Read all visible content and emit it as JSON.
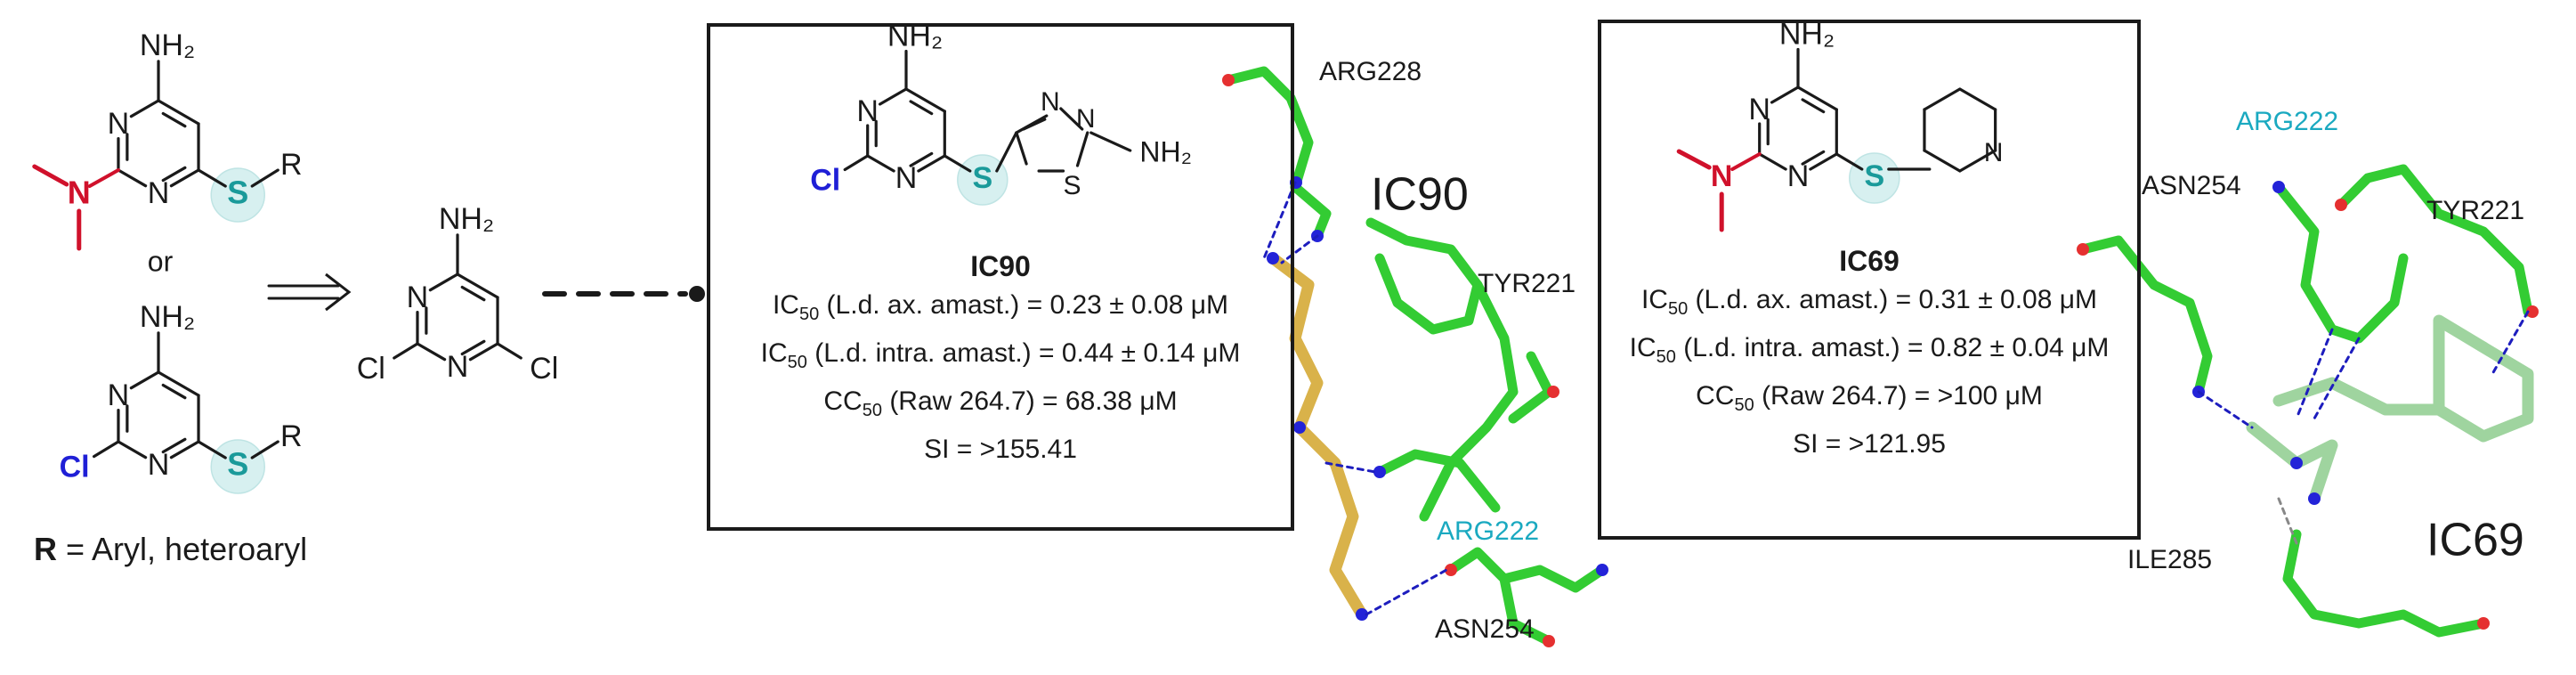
{
  "labels": {
    "nh2": "NH₂",
    "n": "N",
    "s": "S",
    "cl": "Cl",
    "r": "R",
    "or": "or"
  },
  "r_definition": {
    "symbol": "R",
    "text": " = Aryl, heteroaryl"
  },
  "complexes": [
    {
      "compound": "IC90",
      "pose_label": "IC90",
      "stats": [
        {
          "prefix": "IC",
          "sub": "50",
          "text": " (L.d. ax. amast.) = 0.23 ± 0.08 μM"
        },
        {
          "prefix": "IC",
          "sub": "50",
          "text": " (L.d. intra. amast.) = 0.44 ± 0.14 μM"
        },
        {
          "prefix": "CC",
          "sub": "50",
          "text": " (Raw 264.7) = 68.38 μM"
        },
        {
          "prefix": "",
          "sub": "",
          "text": "SI = >155.41"
        }
      ],
      "residues": [
        "ARG228",
        "TYR221",
        "ARG222",
        "ASN254"
      ]
    },
    {
      "compound": "IC69",
      "pose_label": "IC69",
      "stats": [
        {
          "prefix": "IC",
          "sub": "50",
          "text": " (L.d. ax. amast.) = 0.31 ± 0.08 μM"
        },
        {
          "prefix": "IC",
          "sub": "50",
          "text": " (L.d. intra. amast.) = 0.82 ± 0.04 μM"
        },
        {
          "prefix": "CC",
          "sub": "50",
          "text": " (Raw 264.7) = >100 μM"
        },
        {
          "prefix": "",
          "sub": "",
          "text": "SI = >121.95"
        }
      ],
      "residues": [
        "ARG222",
        "ASN254",
        "TYR221",
        "ILE285"
      ]
    }
  ],
  "colors": {
    "amine_methyl": "#d0112b",
    "chlorine": "#1f1fd6",
    "sulfur": "#1a9a9a",
    "sulfur_halo": "#d7f0f0",
    "carbon_green": "#33cc33",
    "ligand_gold": "#d9b24a",
    "ligand_pale": "#9fd49f",
    "nitrogen": "#2323d8",
    "oxygen": "#e53030",
    "hbond": "#1d1dbe",
    "residue_label_highlight": "#1aa9c0"
  }
}
